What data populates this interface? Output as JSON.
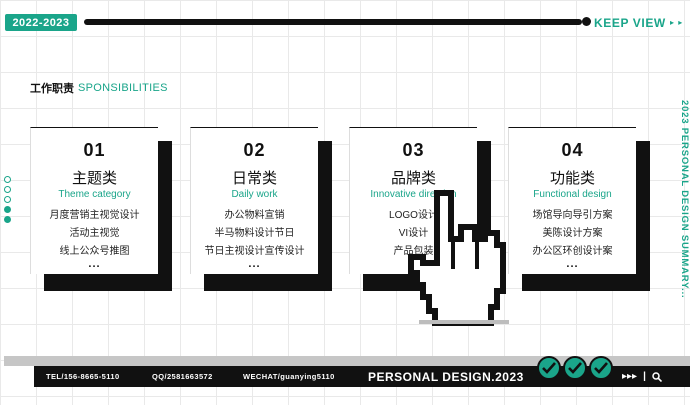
{
  "header": {
    "year_badge": "2022-2023",
    "keep_view": "KEEP VIEW",
    "keep_arrows": "▸ ▸"
  },
  "section": {
    "title_cn": "工作职责",
    "title_en": "SPONSIBILITIES"
  },
  "side_vertical_text": "2023 PERSONAL DESIGN SUMMARY...",
  "cards": [
    {
      "num": "01",
      "title": "主题类",
      "en": "Theme category",
      "lines": [
        "月度营销主视觉设计",
        "活动主视觉",
        "线上公众号推图"
      ],
      "more": "..."
    },
    {
      "num": "02",
      "title": "日常类",
      "en": "Daily work",
      "lines": [
        "办公物料宣销",
        "半马物料设计节日",
        "节日主视设计宣传设计"
      ],
      "more": "..."
    },
    {
      "num": "03",
      "title": "品牌类",
      "en": "Innovative direction",
      "lines": [
        "LOGO设计",
        "VI设计",
        "产品包装"
      ],
      "more": ""
    },
    {
      "num": "04",
      "title": "功能类",
      "en": "Functional design",
      "lines": [
        "场馆导向导引方案",
        "美陈设计方案",
        "办公区环创设计案"
      ],
      "more": "..."
    }
  ],
  "footer": {
    "tel": "TEL/156-8665-5110",
    "qq": "QQ/2581663572",
    "wechat": "WECHAT/guanying5110",
    "brand": "PERSONAL DESIGN.2023",
    "arrows": "▸▸▸",
    "sep": "|",
    "search_icon": "search-icon"
  },
  "colors": {
    "accent": "#1aa58a",
    "dark": "#111111"
  }
}
